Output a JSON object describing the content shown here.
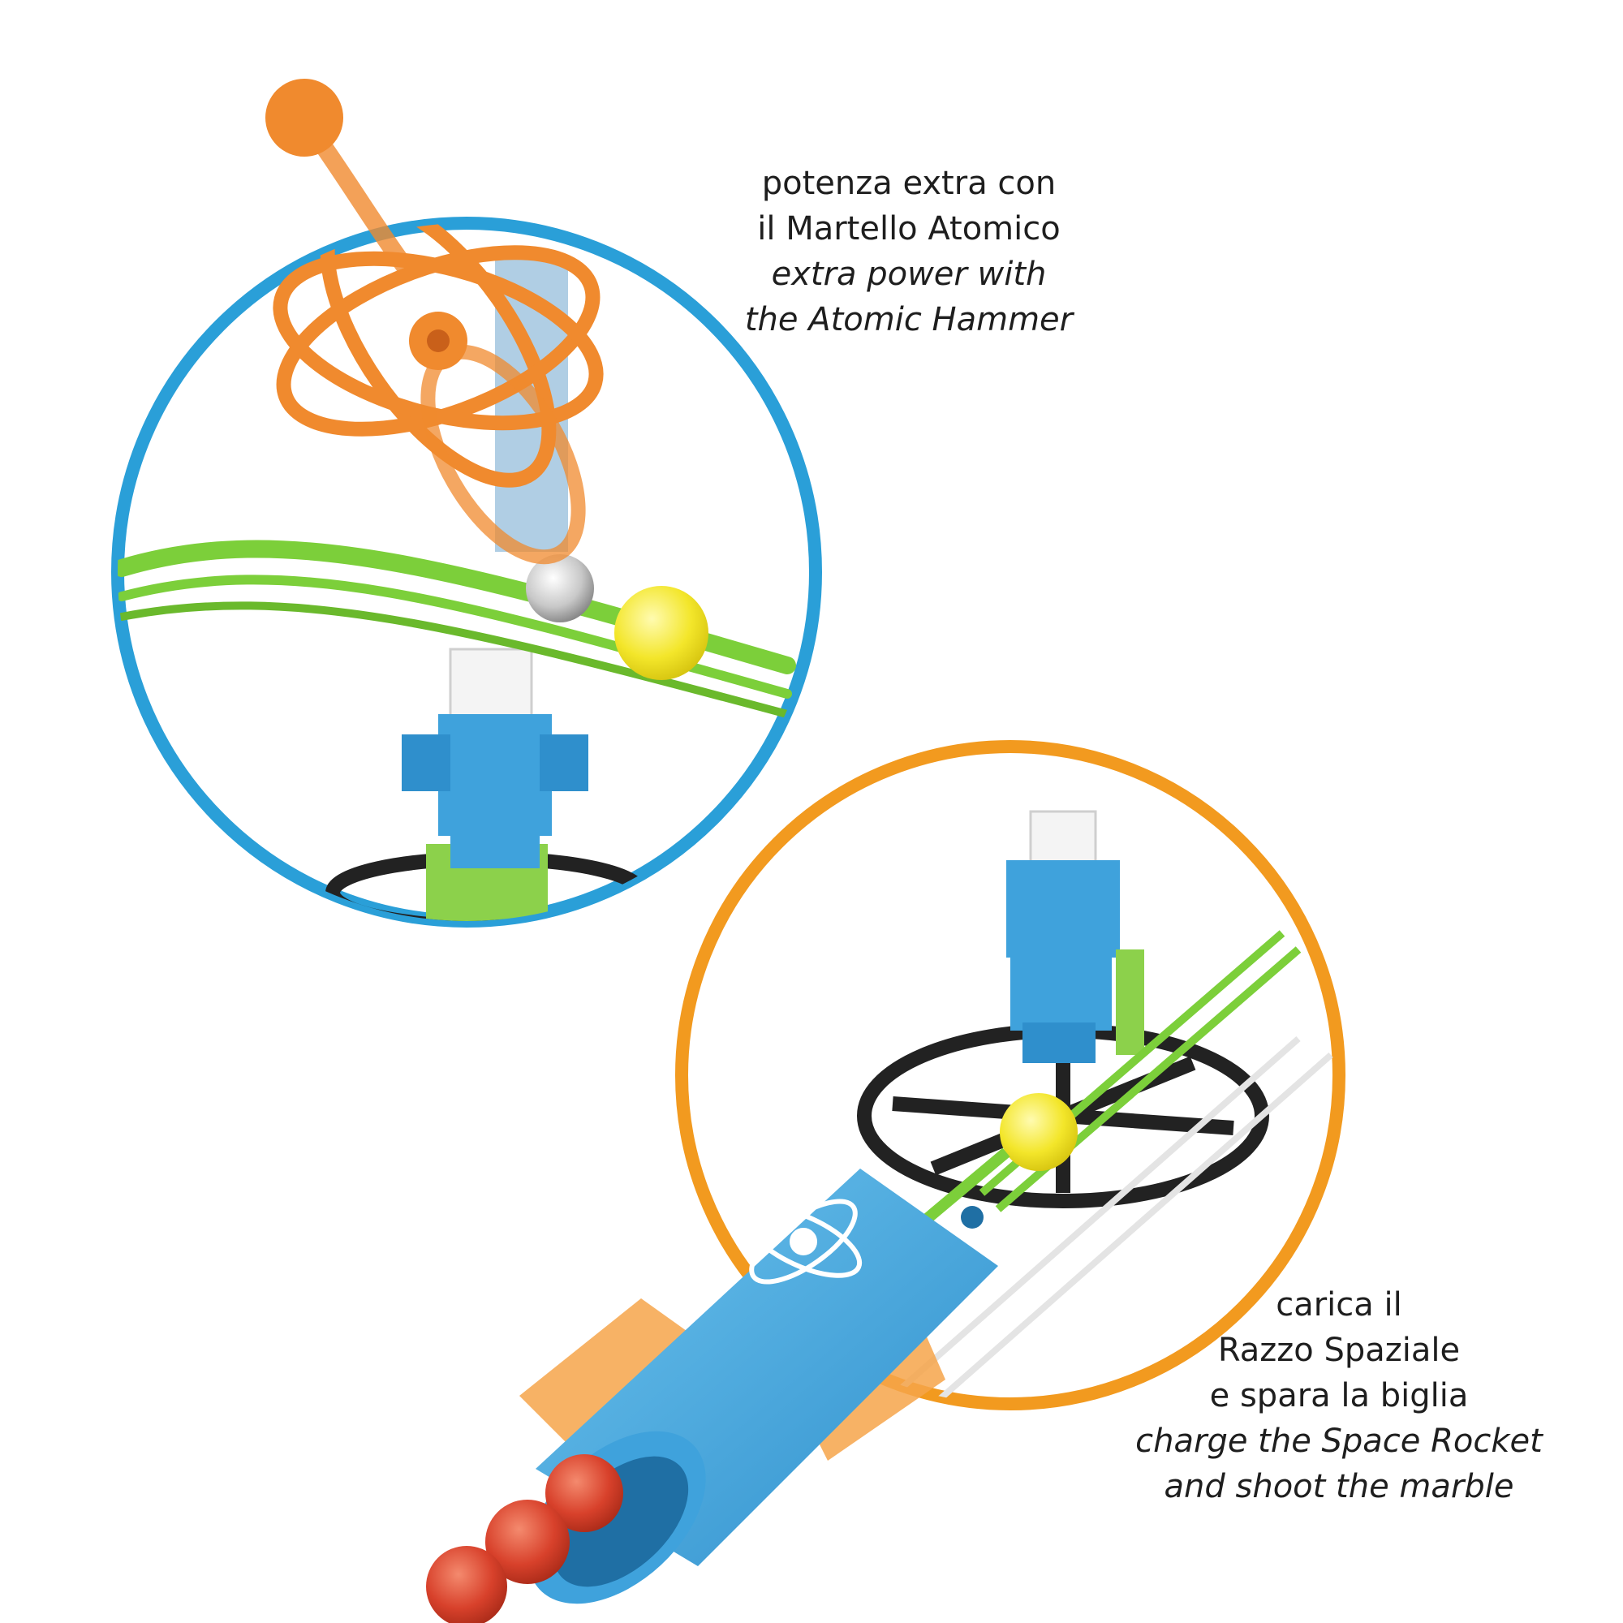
{
  "captions": {
    "hammer": {
      "it_line1": "potenza extra con",
      "it_line2": "il Martello Atomico",
      "en_line1": "extra power with",
      "en_line2": "the Atomic Hammer"
    },
    "rocket": {
      "it_line1": "carica il",
      "it_line2": "Razzo Spaziale",
      "it_line3": "e spara la biglia",
      "en_line1": "charge the Space Rocket",
      "en_line2": "and shoot the marble"
    }
  },
  "colors": {
    "blue_ring": "#2a9fd8",
    "orange_ring": "#f29a1f",
    "track_green": "#7ccf3a",
    "part_blue": "#3fa2dc",
    "hammer_orange": "#f08a2e",
    "marble_yellow": "#f3e62a",
    "marble_red": "#d8412b",
    "base_black": "#222222"
  }
}
